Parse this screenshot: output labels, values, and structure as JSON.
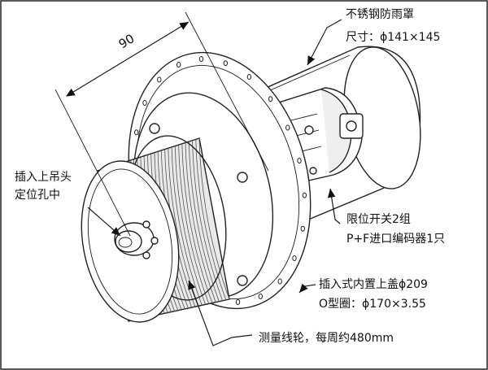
{
  "dimension": {
    "length": "90"
  },
  "labels": {
    "rain_cover_title": "不锈钢防雨罩",
    "rain_cover_size": "尺寸：ϕ141×145",
    "hanger_line1": "插入上吊头",
    "hanger_line2": "定位孔中",
    "limit_switch_line1": "限位开关2组",
    "limit_switch_line2": "P+F进口编码器1只",
    "cover_line1": "插入式内置上盖ϕ209",
    "cover_line2": "O型圈：ϕ170×3.55",
    "wheel": "测量线轮，每周约480mm"
  },
  "colors": {
    "line": "#1a1a1a",
    "body": "#ffffff",
    "shade": "#e9e9e9",
    "coil": "#555555"
  }
}
